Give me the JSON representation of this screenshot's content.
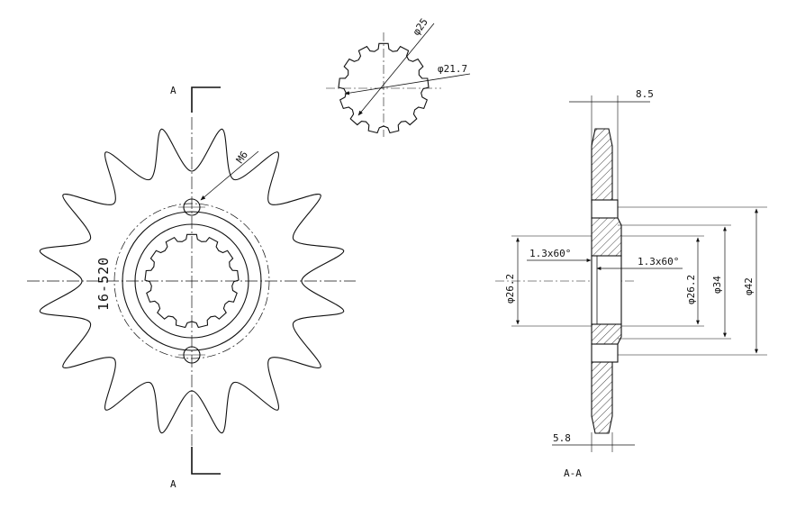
{
  "sprocket_code": "16-520",
  "section_marker": "A",
  "section_title": "A-A",
  "spline": {
    "outer_dia": "φ25",
    "inner_dia": "φ21.7"
  },
  "bolt_hole": "M6",
  "side_view": {
    "hub_width": "8.5",
    "plate_thickness": "5.8",
    "chamfer_left": "1.3x60°",
    "chamfer_right": "1.3x60°",
    "bore_left": "φ26.2",
    "bore_right": "φ26.2",
    "hub_dia": "φ34",
    "outer_hub_dia": "φ42"
  },
  "colors": {
    "line": "#111111",
    "background": "#ffffff"
  }
}
